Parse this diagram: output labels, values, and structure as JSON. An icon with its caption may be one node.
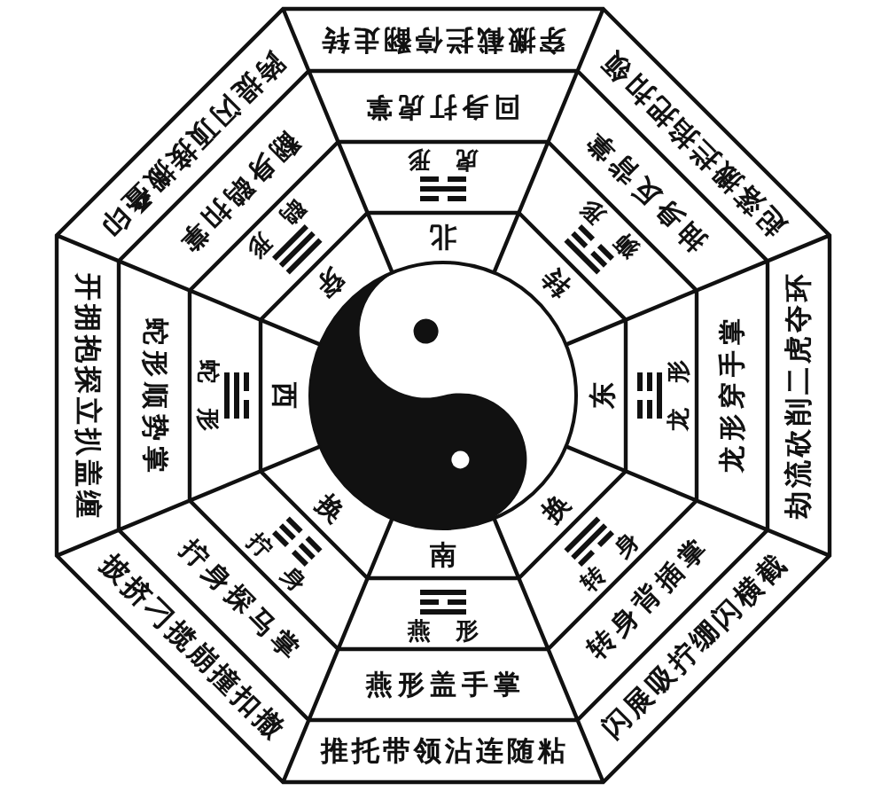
{
  "diagram": {
    "nodes": [
      {
        "text": [
          "北"
        ]
      },
      {
        "text": [
          "虎形"
        ]
      },
      {
        "text": [
          "回身打虎掌"
        ]
      },
      {
        "text": [
          "穿搬截拦停翻走转"
        ]
      },
      {
        "text": [
          "转"
        ]
      },
      {
        "text": [
          "狮形"
        ]
      },
      {
        "text": [
          "抽身反背掌"
        ]
      },
      {
        "text": [
          "起落搬拦掐把扣领"
        ]
      },
      {
        "text": [
          "东"
        ]
      },
      {
        "text": [
          "龙形"
        ]
      },
      {
        "text": [
          "龙形穿手掌"
        ]
      },
      {
        "text": [
          "劫流砍削二虎夺环"
        ]
      },
      {
        "text": [
          "换"
        ]
      },
      {
        "text": [
          "转身"
        ]
      },
      {
        "text": [
          "转身背插掌"
        ]
      },
      {
        "text": [
          "闪展吸拧绷闪横截"
        ]
      },
      {
        "text": [
          "南"
        ]
      },
      {
        "text": [
          "燕形"
        ]
      },
      {
        "text": [
          "燕形盖手掌"
        ]
      },
      {
        "text": [
          "推托带领沾连随粘"
        ]
      },
      {
        "text": [
          "换"
        ]
      },
      {
        "text": [
          "拧身"
        ]
      },
      {
        "text": [
          "拧身探马掌"
        ]
      },
      {
        "text": [
          "披挤刁揽崩撞扣撤"
        ]
      },
      {
        "text": [
          "西"
        ]
      },
      {
        "text": [
          "蛇形"
        ]
      },
      {
        "text": [
          "蛇形顺势掌"
        ]
      },
      {
        "text": [
          "开拥抱探立扒盖缠"
        ]
      },
      {
        "text": [
          "穿"
        ]
      },
      {
        "text": [
          "鹞形"
        ]
      },
      {
        "text": [
          "翻身鹞扣掌"
        ]
      },
      {
        "text": [
          "跨提闪顶接搬叠印"
        ]
      }
    ]
  }
}
